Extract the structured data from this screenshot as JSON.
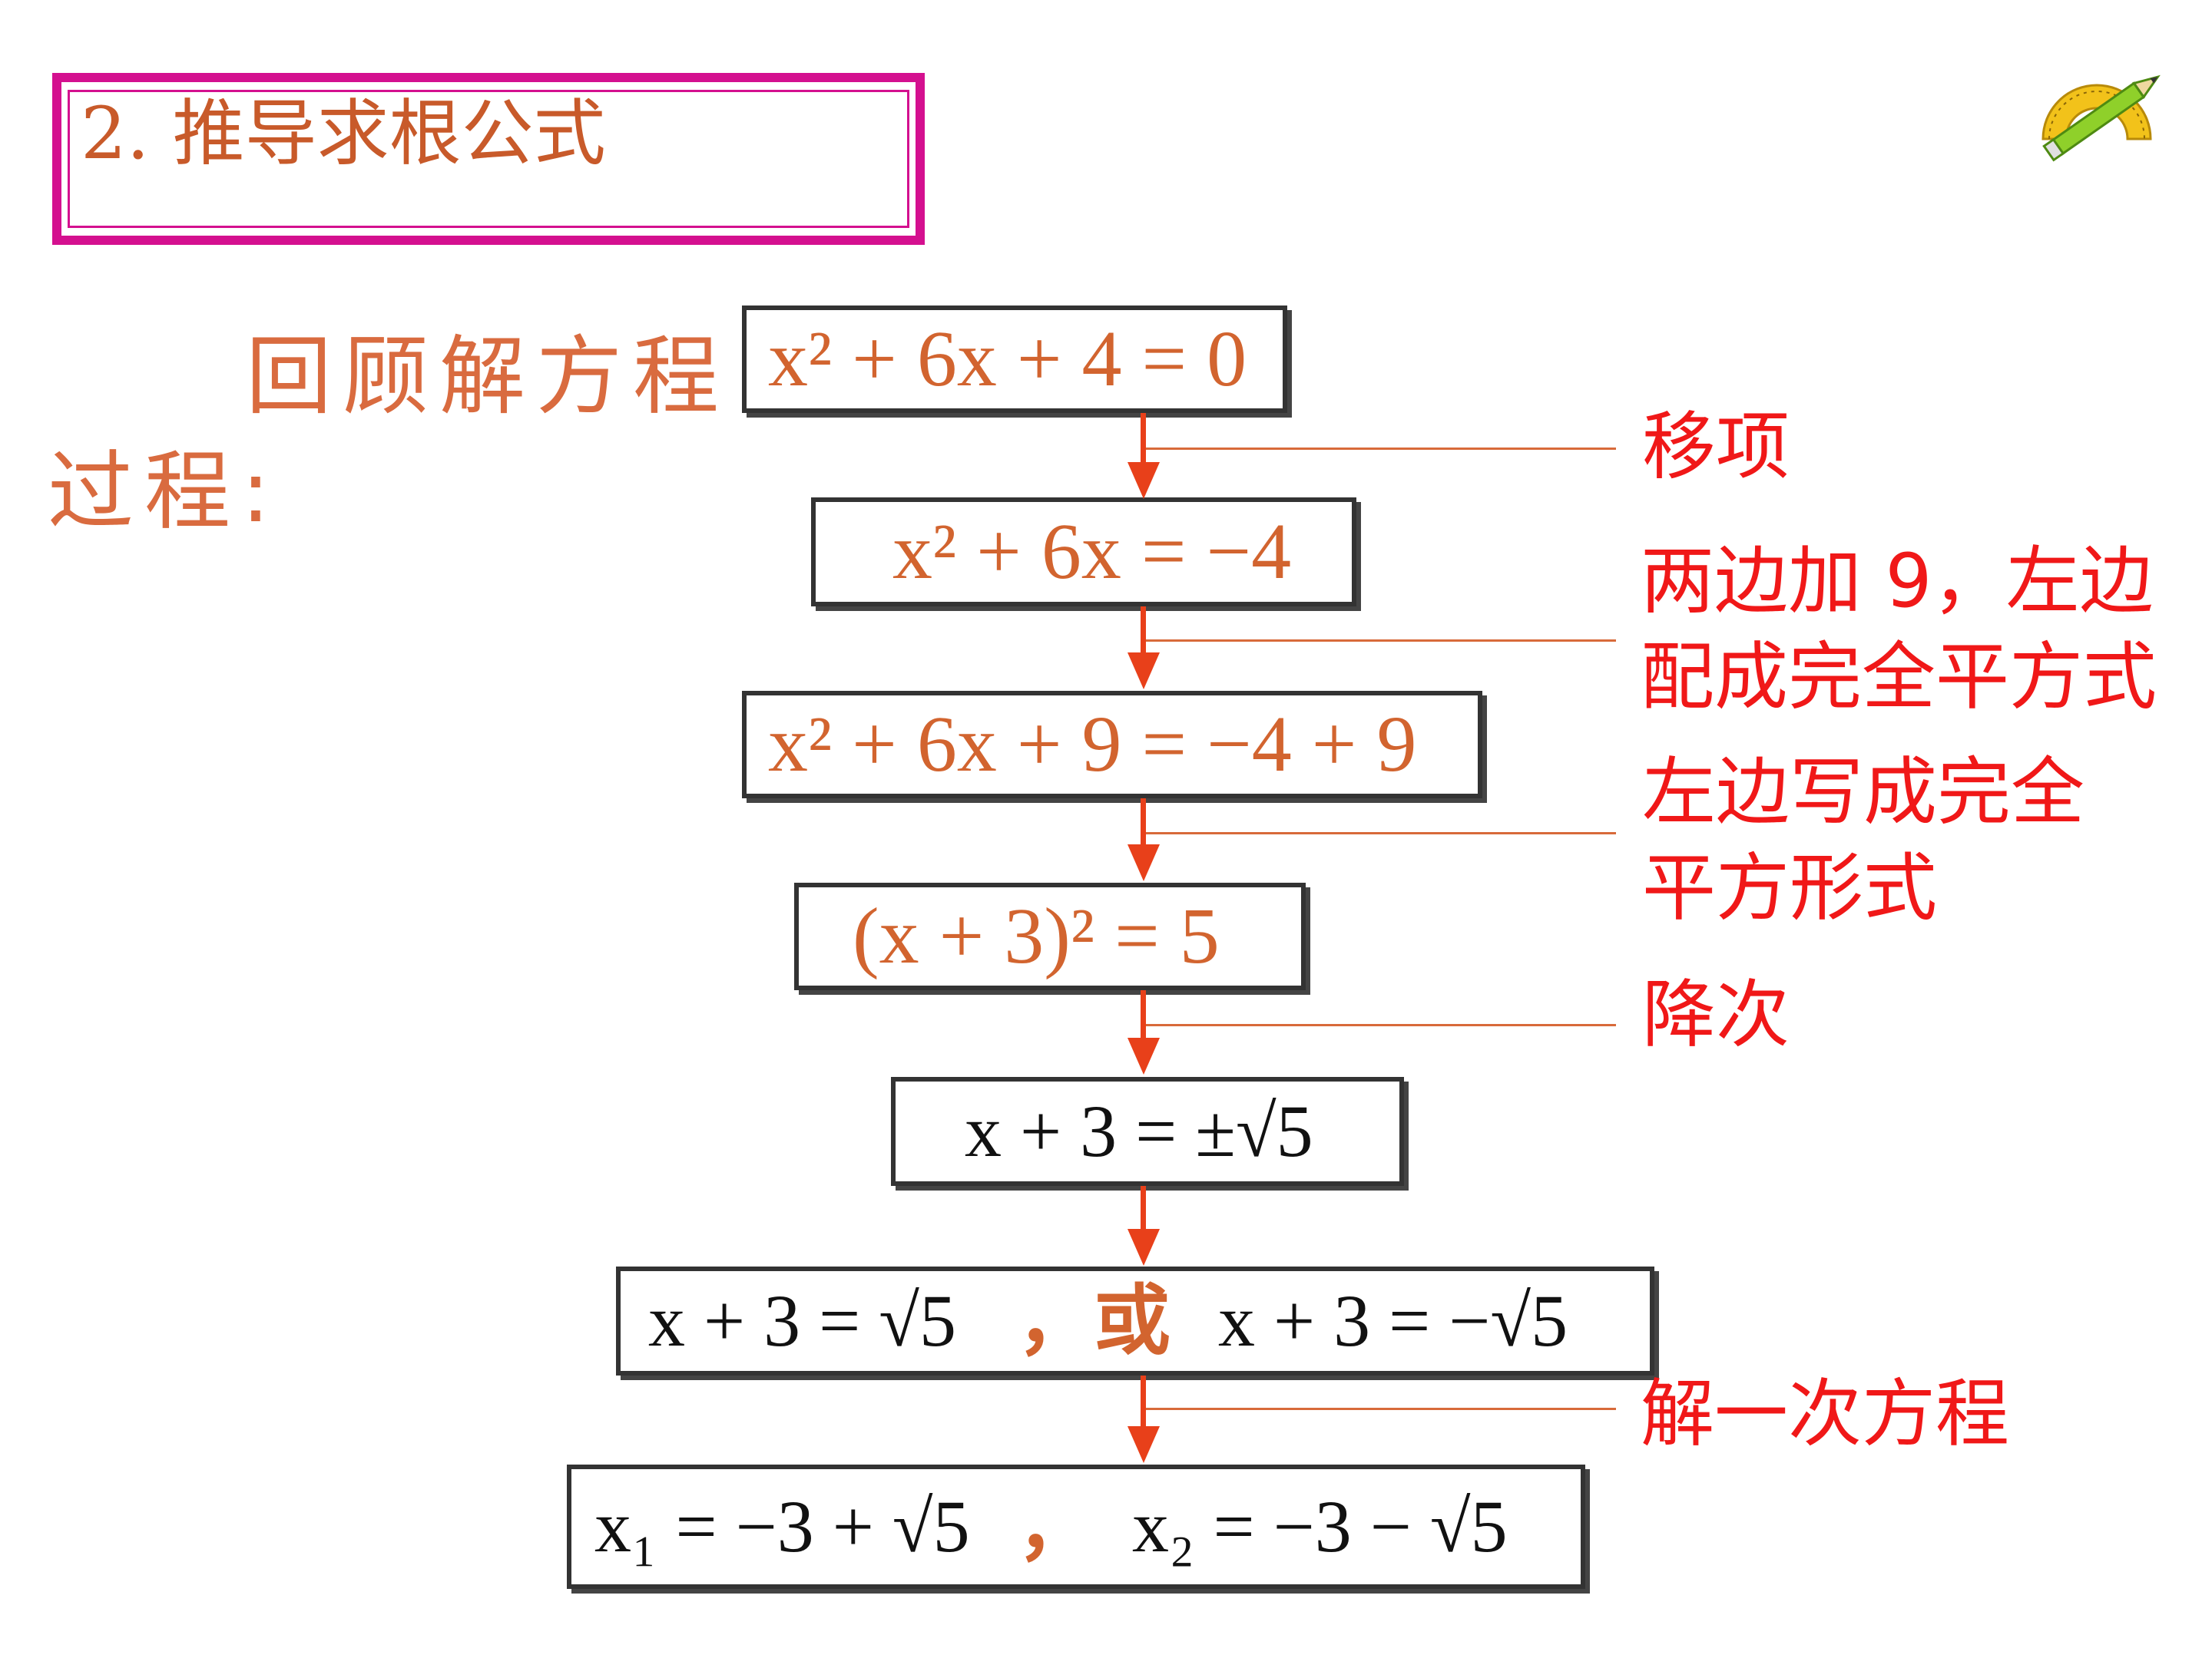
{
  "title": {
    "number": "2.",
    "text": "推导求根公式"
  },
  "review": {
    "line1": "回顾解方程",
    "line2": "过程:"
  },
  "equations": [
    "x² + 6x + 4 = 0",
    "x² + 6x = −4",
    "x² + 6x + 9 = −4 + 9",
    "(x + 3)² = 5",
    "x + 3 = ±√5",
    {
      "left": "x + 3 = √5",
      "sep": "，或",
      "right": "x + 3 = −√5"
    },
    {
      "left": "x₁ = −3 + √5",
      "sep": "，",
      "right": "x₂ = −3 − √5"
    }
  ],
  "steps": [
    "移项",
    "两边加  9，左边\n配成完全平方式",
    "左边写成完全\n平方形式",
    "降次",
    "解一次方程"
  ],
  "colors": {
    "title_border": "#d4108f",
    "arrow": "#e8401a",
    "step_text": "#f01818",
    "equation_orange": "#d2642f"
  },
  "icons": {
    "logo": "protractor-pencil-icon"
  }
}
